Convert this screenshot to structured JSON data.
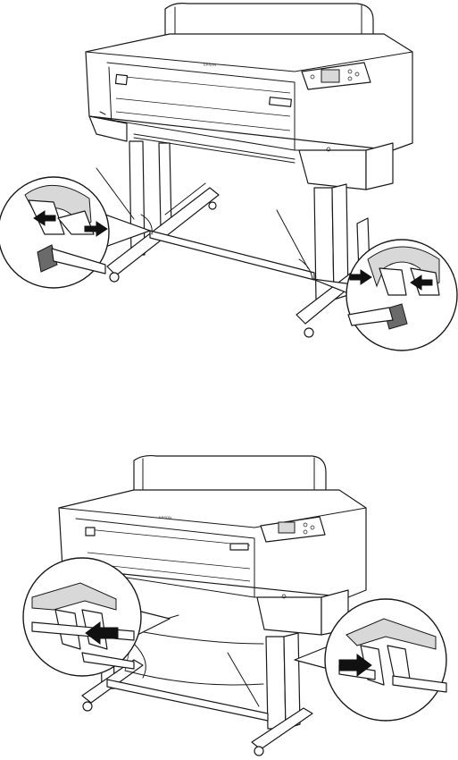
{
  "figures": [
    {
      "name": "figure-top",
      "description_visible": ""
    },
    {
      "name": "figure-bottom",
      "description_visible": ""
    }
  ],
  "brand_label": "EPSON",
  "colors": {
    "line": "#1a1a1a",
    "arrow": "#111111",
    "background": "#ffffff"
  },
  "icons": [
    "arrow-right-icon",
    "arrow-left-icon",
    "zoom-callout-icon"
  ]
}
